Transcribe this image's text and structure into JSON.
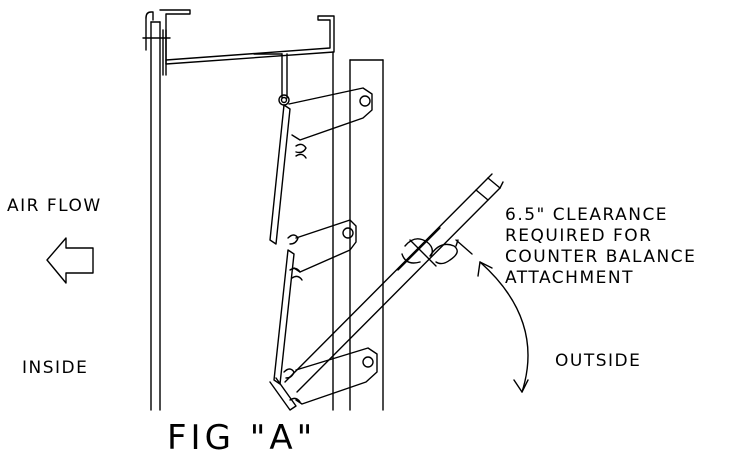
{
  "labels": {
    "air_flow": "AIR FLOW",
    "clearance_line1": "6.5\" CLEARANCE",
    "clearance_line2": "REQUIRED FOR",
    "clearance_line3": "COUNTER BALANCE",
    "clearance_line4": "ATTACHMENT",
    "inside": "INSIDE",
    "outside": "OUTSIDE",
    "figure_title": "FIG \"A\""
  },
  "colors": {
    "line": "#000000",
    "background": "#ffffff"
  }
}
